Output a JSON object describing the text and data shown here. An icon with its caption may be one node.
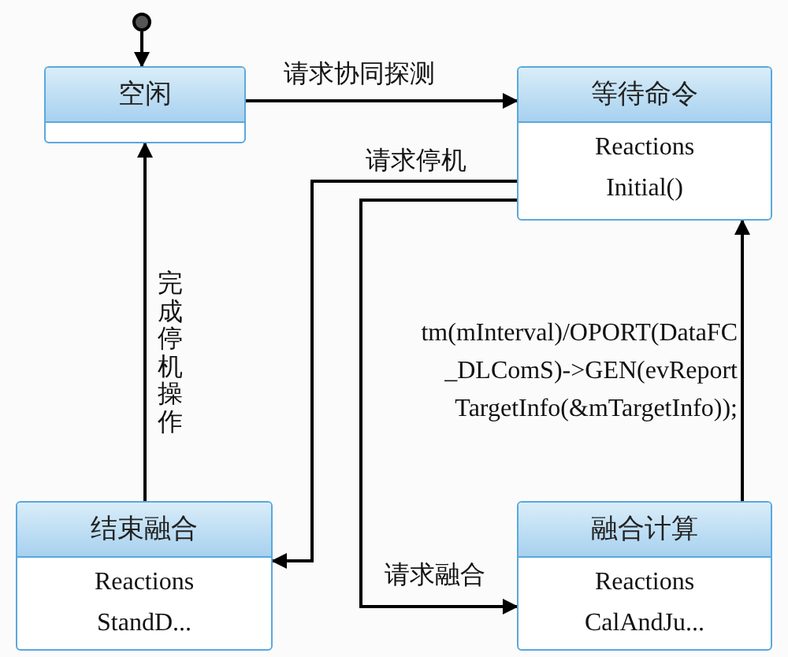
{
  "diagram": {
    "nodes": [
      {
        "text": [],
        "shape": "circle"
      },
      {
        "text": [
          "空闲"
        ]
      },
      {
        "text": [
          "等待命令",
          "Reactions",
          "Initial()"
        ]
      },
      {
        "text": [
          "结束融合",
          "Reactions",
          "StandD..."
        ]
      },
      {
        "text": [
          "融合计算",
          "Reactions",
          "CalAndJu..."
        ]
      }
    ],
    "edges": [
      {
        "from": 0,
        "to": 1,
        "arrow": "to"
      },
      {
        "from": 1,
        "to": 2,
        "arrow": "to",
        "label": "请求协同探测"
      },
      {
        "from": 2,
        "to": 3,
        "arrow": "to",
        "label": "请求停机"
      },
      {
        "from": 2,
        "to": 4,
        "arrow": "to",
        "label": "请求融合"
      },
      {
        "from": 3,
        "to": 1,
        "arrow": "to",
        "label": "完成停机操作"
      },
      {
        "from": 4,
        "to": 2,
        "arrow": "to",
        "label": "tm(mInterval)/OPORT(DataFC _DLComS)->GEN(evReport TargetInfo(&mTargetInfo));"
      }
    ]
  }
}
